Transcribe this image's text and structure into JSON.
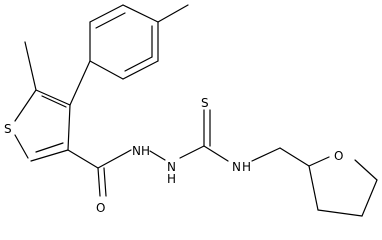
{
  "atoms": {
    "S_ring": "S",
    "S_thio": "S",
    "O_carbonyl": "O",
    "O_ring": "O",
    "N1": "N",
    "N2": "N",
    "N3": "N",
    "H1": "H",
    "H2": "H",
    "H3": "H"
  }
}
